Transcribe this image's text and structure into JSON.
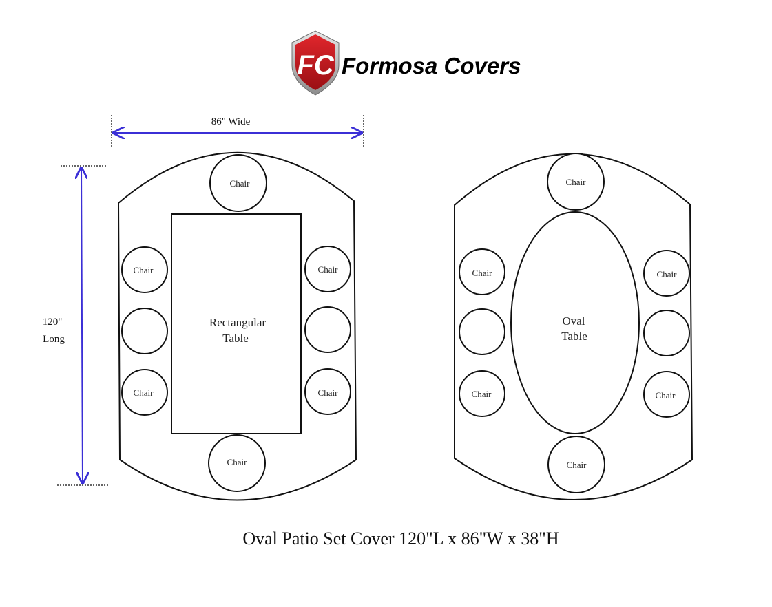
{
  "logo": {
    "monogram": "FC",
    "brand_name": "Formosa Covers"
  },
  "dimensions": {
    "width_label": "86\" Wide",
    "length_label_line1": "120\"",
    "length_label_line2": "Long"
  },
  "layouts": {
    "rectangular": {
      "table_line1": "Rectangular",
      "table_line2": "Table",
      "chairs": {
        "top": "Chair",
        "left_upper": "Chair",
        "left_middle": "",
        "left_lower": "Chair",
        "right_upper": "Chair",
        "right_middle": "",
        "right_lower": "Chair",
        "bottom": "Chair"
      }
    },
    "oval": {
      "table_line1": "Oval",
      "table_line2": "Table",
      "chairs": {
        "top": "Chair",
        "left_upper": "Chair",
        "left_middle": "",
        "left_lower": "Chair",
        "right_upper": "Chair",
        "right_middle": "",
        "right_lower": "Chair",
        "bottom": "Chair"
      }
    }
  },
  "caption": "Oval Patio Set Cover 120\"L x 86\"W x 38\"H",
  "colors": {
    "dimension_arrow": "#3b2fd6",
    "logo_red": "#c4161c",
    "outline": "#111111"
  }
}
